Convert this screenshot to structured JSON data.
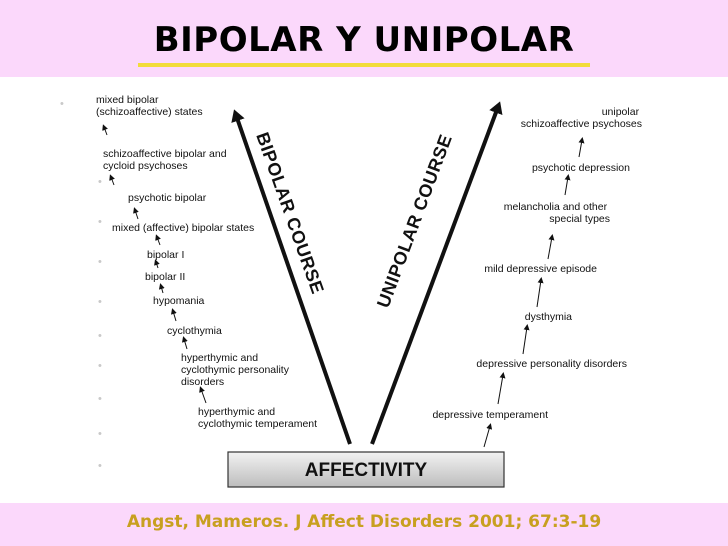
{
  "slide": {
    "title": "BIPOLAR Y UNIPOLAR",
    "citation": "Angst, Mameros. J Affect Disorders 2001; 67:3-19"
  },
  "diagram": {
    "base_label": "AFFECTIVITY",
    "bipolar_course_label": "BIPOLAR COURSE",
    "unipolar_course_label": "UNIPOLAR COURSE",
    "bipolar_levels": [
      [
        "mixed bipolar",
        "(schizoaffective) states"
      ],
      [
        "schizoaffective bipolar and",
        "cycloid psychoses"
      ],
      [
        "psychotic bipolar"
      ],
      [
        "mixed (affective) bipolar states"
      ],
      [
        "bipolar I"
      ],
      [
        "bipolar II"
      ],
      [
        "hypomania"
      ],
      [
        "cyclothymia"
      ],
      [
        "hyperthymic and",
        "cyclothymic personality",
        "disorders"
      ],
      [
        "hyperthymic and",
        "cyclothymic temperament"
      ]
    ],
    "unipolar_levels": [
      [
        "unipolar",
        "schizoaffective psychoses"
      ],
      [
        "psychotic depression"
      ],
      [
        "melancholia and other",
        "special types"
      ],
      [
        "mild depressive episode"
      ],
      [
        "dysthymia"
      ],
      [
        "depressive personality disorders"
      ],
      [
        "depressive temperament"
      ]
    ]
  }
}
